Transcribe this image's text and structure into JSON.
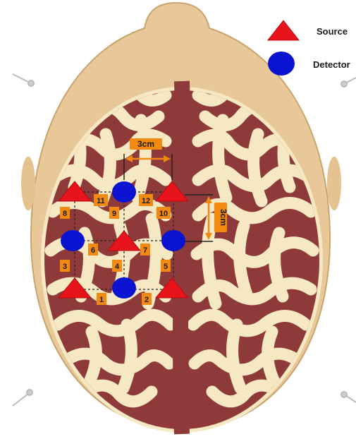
{
  "legend": {
    "source_label": "Source",
    "detector_label": "Detector",
    "source_icon": "red-triangle",
    "detector_icon": "blue-circle"
  },
  "dimensions": {
    "horizontal": "3cm",
    "vertical": "3cm"
  },
  "channels": [
    "1",
    "2",
    "3",
    "4",
    "5",
    "6",
    "7",
    "8",
    "9",
    "10",
    "11",
    "12"
  ],
  "colors": {
    "source": "#e8141c",
    "detector": "#0a14d0",
    "label_bg": "#f28a12",
    "brain_dark": "#8e3a3a",
    "brain_light": "#f6e8c2",
    "skull": "#e8c898"
  }
}
